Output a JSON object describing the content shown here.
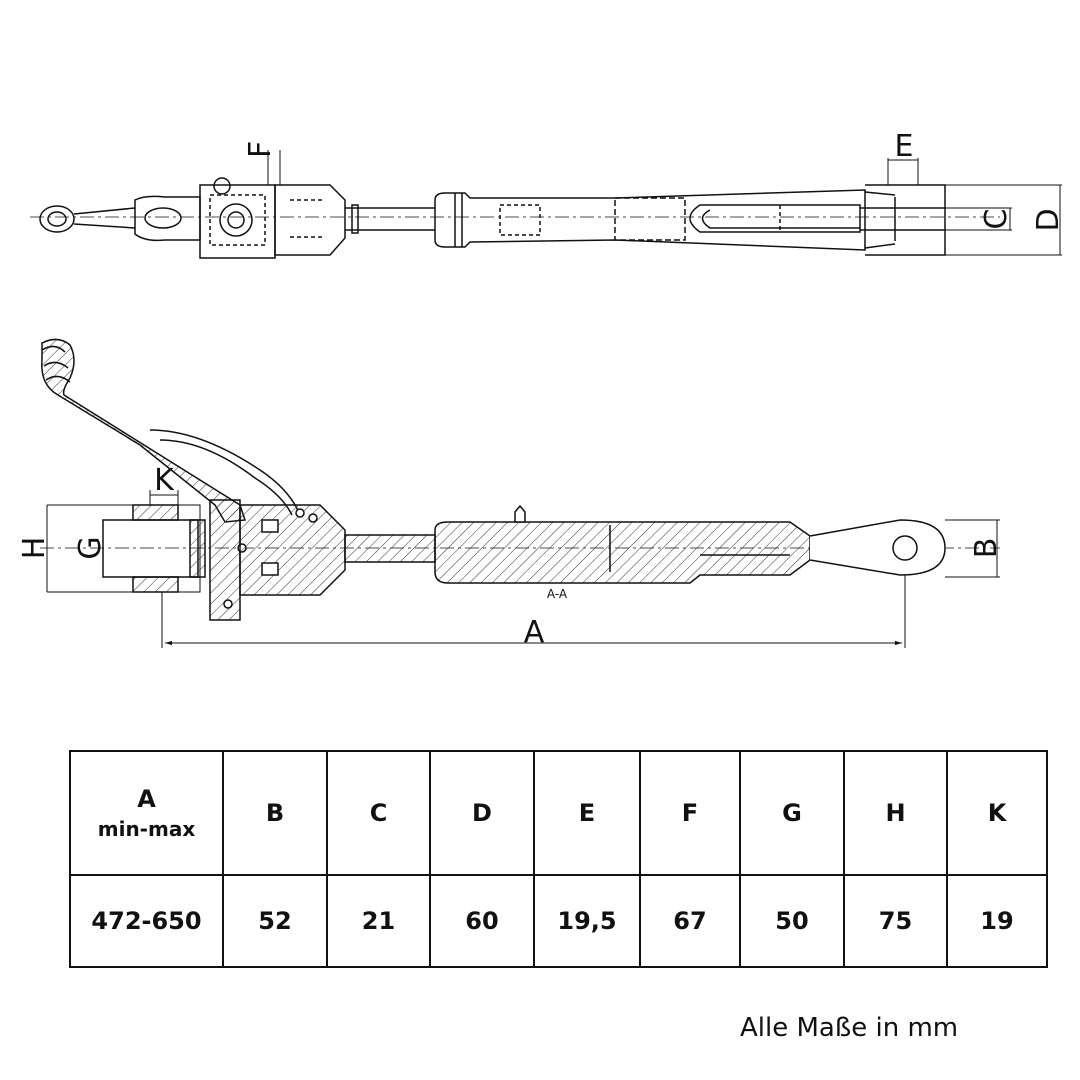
{
  "drawing": {
    "dimension_letters": {
      "A": "A",
      "B": "B",
      "C": "C",
      "D": "D",
      "E": "E",
      "F": "F",
      "G": "G",
      "H": "H",
      "K": "K"
    },
    "section_label": "A-A"
  },
  "table": {
    "headers": [
      {
        "label": "A",
        "sub": "min-max"
      },
      {
        "label": "B"
      },
      {
        "label": "C"
      },
      {
        "label": "D"
      },
      {
        "label": "E"
      },
      {
        "label": "F"
      },
      {
        "label": "G"
      },
      {
        "label": "H"
      },
      {
        "label": "K"
      }
    ],
    "values": [
      "472-650",
      "52",
      "21",
      "60",
      "19,5",
      "67",
      "50",
      "75",
      "19"
    ]
  },
  "note": "Alle Maße in mm"
}
